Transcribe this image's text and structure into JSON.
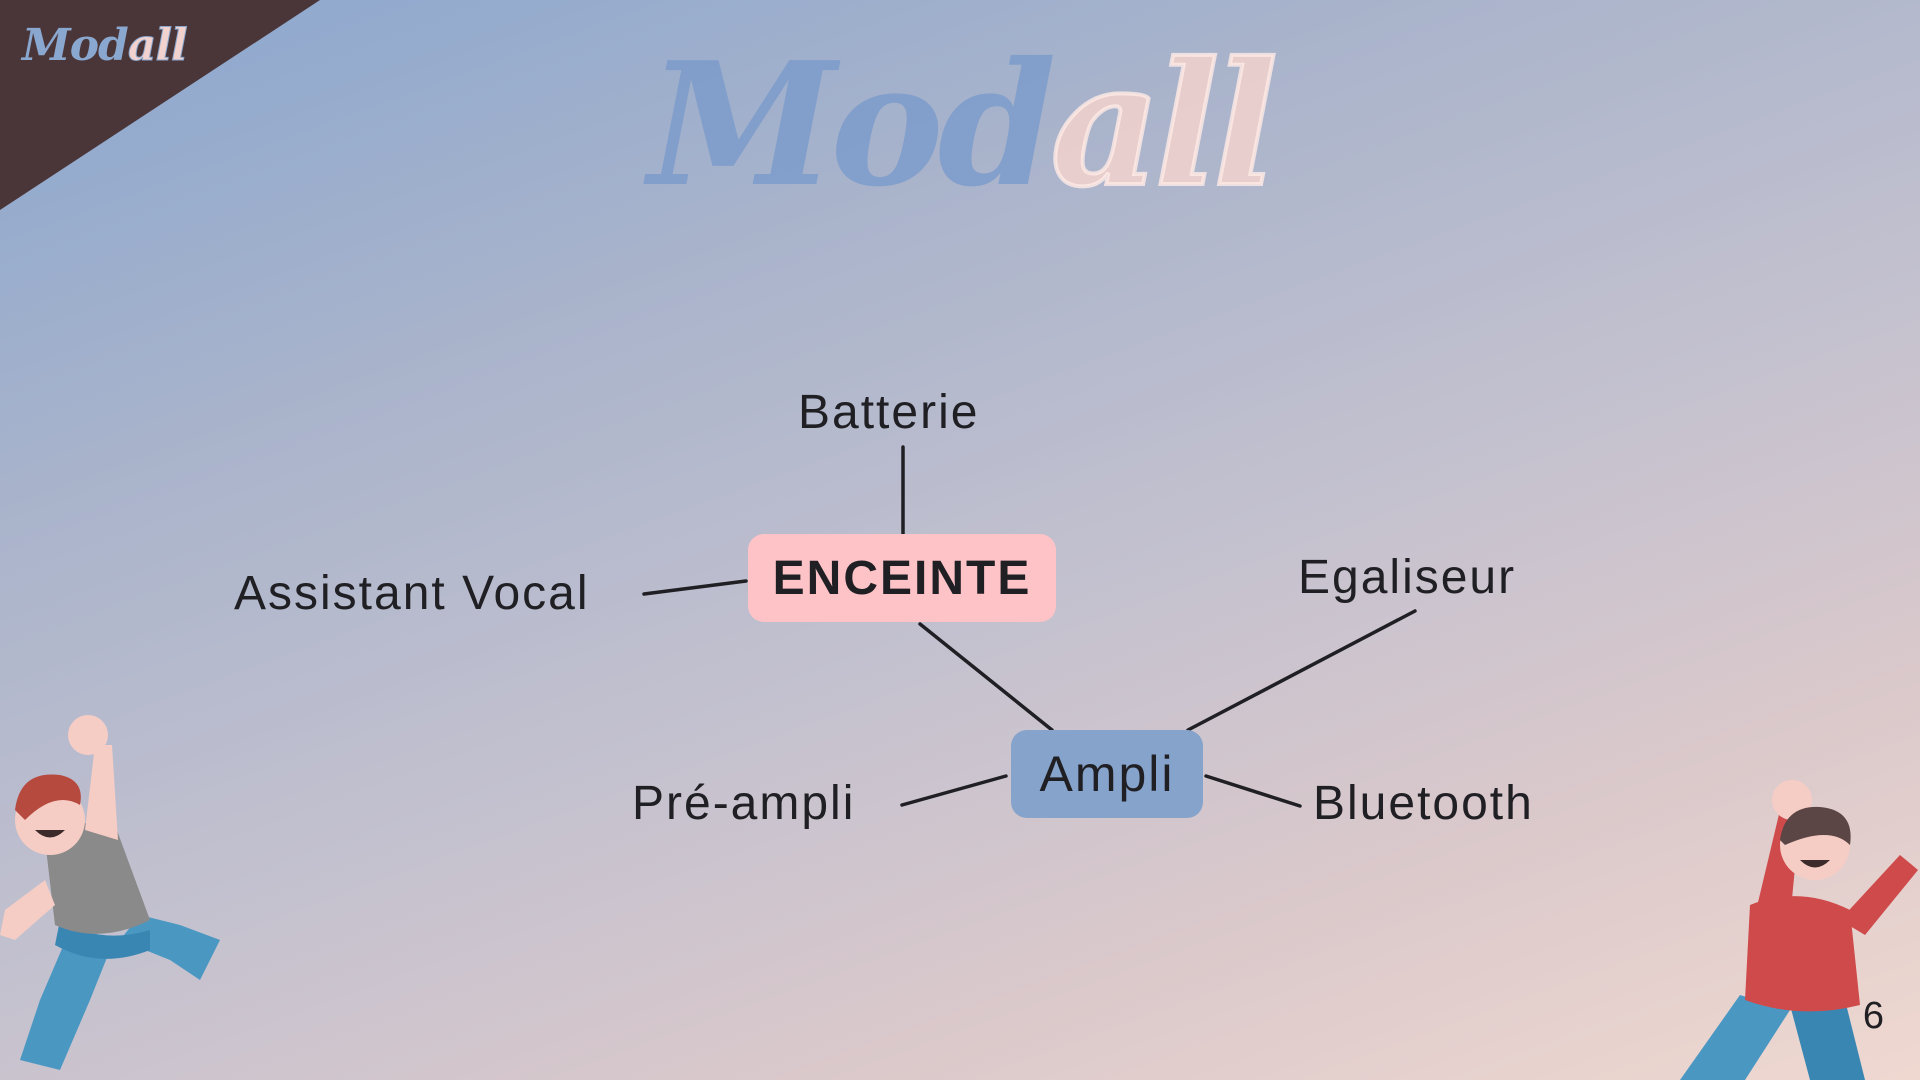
{
  "brand": {
    "logo_part1": "Mod",
    "logo_part2": "all"
  },
  "diagram": {
    "central": "ENCEINTE",
    "hub": "Ampli",
    "central_links": [
      "Batterie",
      "Assistant Vocal"
    ],
    "hub_links": [
      "Egaliseur",
      "Pré-ampli",
      "Bluetooth"
    ]
  },
  "page": {
    "number": "6"
  },
  "colors": {
    "central_box": "#fdc3c7",
    "hub_box": "#86a3cb",
    "corner_banner": "#4a3638",
    "text": "#1f1f24"
  }
}
